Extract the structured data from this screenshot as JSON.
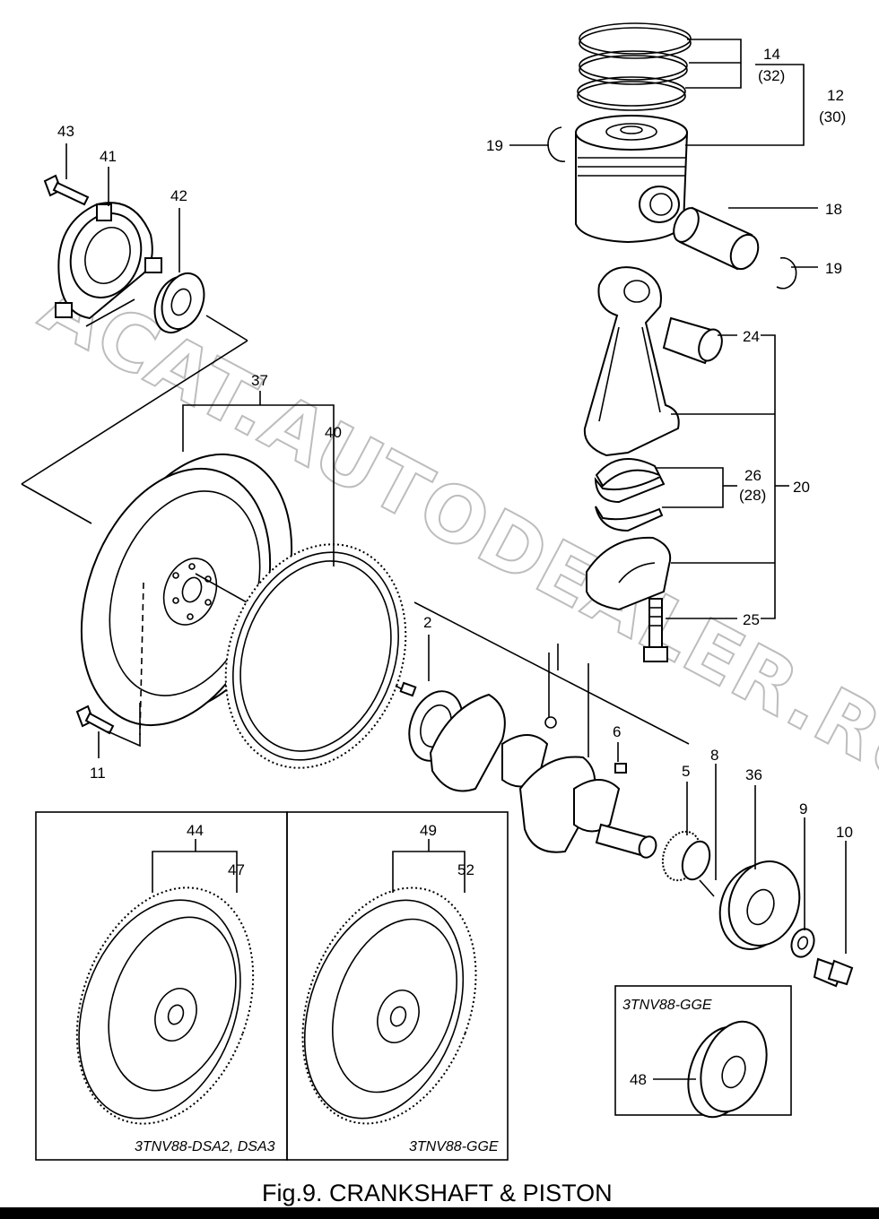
{
  "watermark": "ACAT.AUTODEALER.RU",
  "caption": "Fig.9.  CRANKSHAFT & PISTON",
  "variant_labels": {
    "dsa": "3TNV88-DSA2, DSA3",
    "gge_flywheel": "3TNV88-GGE",
    "gge_pulley": "3TNV88-GGE"
  },
  "part_numbers": {
    "p43": "43",
    "p41": "41",
    "p42": "42",
    "p37": "37",
    "p40": "40",
    "p14": "14",
    "p14_alt": "(32)",
    "p12": "12",
    "p12_alt": "(30)",
    "p19a": "19",
    "p19b": "19",
    "p18": "18",
    "p24": "24",
    "p26": "26",
    "p26_alt": "(28)",
    "p20": "20",
    "p25": "25",
    "p2": "2",
    "p6": "6",
    "p5": "5",
    "p8": "8",
    "p36": "36",
    "p9": "9",
    "p10": "10",
    "p11": "11",
    "p44": "44",
    "p47": "47",
    "p49": "49",
    "p52": "52",
    "p48": "48"
  }
}
